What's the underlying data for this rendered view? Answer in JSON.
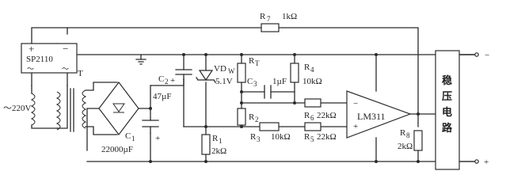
{
  "components": {
    "r7": {
      "name": "R",
      "sub": "7",
      "value": "1kΩ"
    },
    "sp2110": {
      "label": "SP2110",
      "plus": "+",
      "minus": "−",
      "ac_left": "～",
      "ac_right": "～"
    },
    "transformer": {
      "label": "T"
    },
    "mains": {
      "label": "～220V"
    },
    "c2": {
      "name": "C",
      "sub": "2",
      "value": "47µF",
      "plus": "+"
    },
    "c1": {
      "name": "C",
      "sub": "1",
      "value": "22000µF",
      "plus": "+"
    },
    "vdw": {
      "name": "VD",
      "sub": "W",
      "value": "5.1V"
    },
    "rt": {
      "name": "R",
      "sub": "T"
    },
    "c3": {
      "name": "C",
      "sub": "3",
      "value": "1µF"
    },
    "r4": {
      "name": "R",
      "sub": "4",
      "value": "10kΩ"
    },
    "r2": {
      "name": "R",
      "sub": "2"
    },
    "r3": {
      "name": "R",
      "sub": "3",
      "value": "10kΩ"
    },
    "r1": {
      "name": "R",
      "sub": "1",
      "value": "2kΩ"
    },
    "r6": {
      "name": "R",
      "sub": "6",
      "value": "22kΩ"
    },
    "r5": {
      "name": "R",
      "sub": "5",
      "value": "22kΩ"
    },
    "r8": {
      "name": "R",
      "sub": "8",
      "value": "2kΩ"
    },
    "opamp": {
      "label": "LM311",
      "minus": "−",
      "plus": "+"
    }
  },
  "regulator": {
    "chars": [
      "稳",
      "压",
      "电",
      "路"
    ]
  },
  "output": {
    "minus": "−",
    "plus": "+"
  },
  "colors": {
    "wire": "#2b2b2b",
    "highlight": "#d83a3a",
    "background": "#ffffff"
  }
}
